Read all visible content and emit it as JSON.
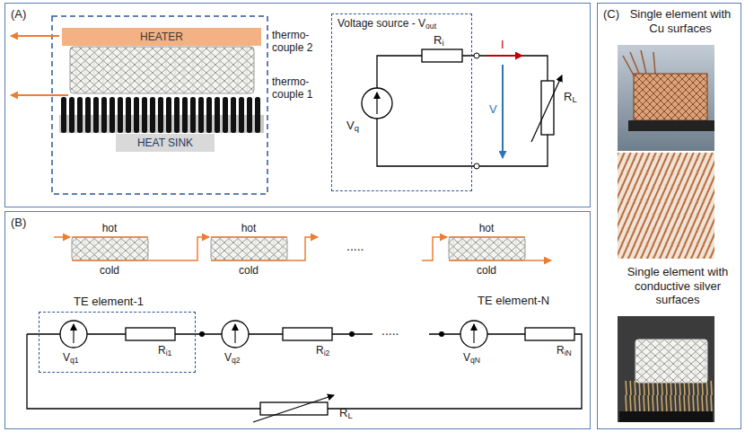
{
  "diagram": {
    "nodes": [
      {
        "text": [
          "(A)"
        ]
      },
      {
        "text": [
          "HEATER"
        ],
        "in": 0
      },
      {
        "text": [
          "HEAT SINK"
        ],
        "in": 0
      },
      {
        "text": [
          "Voltage source - Vout"
        ],
        "in": 0
      },
      {
        "text": [
          "(B)"
        ]
      },
      {
        "text": [
          "TE element-1"
        ],
        "in": 4
      },
      {
        "text": [
          "(C)"
        ]
      }
    ],
    "labels": [
      "thermo-couple 2",
      "thermo-couple 1",
      "I",
      "Ri",
      "V",
      "RL",
      "Vq",
      "hot",
      "hot",
      "hot",
      "cold",
      "cold",
      "cold",
      ".....",
      "TE element-N",
      "Ri1",
      "Vq1",
      "Vq2",
      "Ri2",
      ".....",
      "VqN",
      "RiN",
      "RL",
      "Single element with Cu surfaces",
      "Single element with conductive silver surfaces"
    ]
  }
}
